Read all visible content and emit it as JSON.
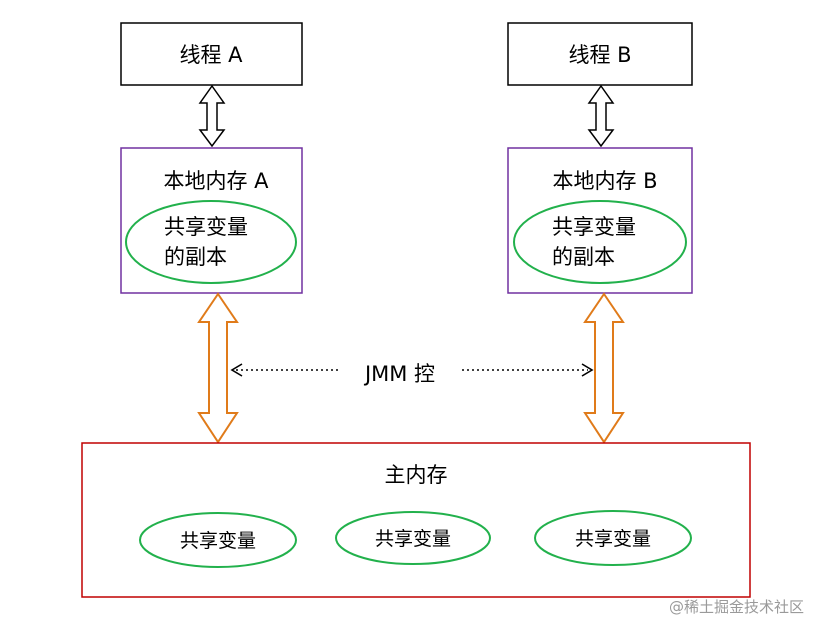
{
  "thread_a": {
    "label": "线程 A"
  },
  "thread_b": {
    "label": "线程 B"
  },
  "local_memory_a": {
    "title": "本地内存 A",
    "copy_line1": "共享变量",
    "copy_line2": "的副本"
  },
  "local_memory_b": {
    "title": "本地内存 B",
    "copy_line1": "共享变量",
    "copy_line2": "的副本"
  },
  "jmm_control": {
    "label": "JMM 控"
  },
  "main_memory": {
    "title": "主内存",
    "variables": [
      "共享变量",
      "共享变量",
      "共享变量"
    ]
  },
  "watermark": {
    "text": "@稀土掘金技术社区"
  },
  "colors": {
    "thread_border": "#000000",
    "local_border": "#7030a0",
    "main_border": "#c00000",
    "ellipse_stroke": "#22b14c",
    "orange_arrow": "#e07b1a",
    "black_arrow": "#000000"
  }
}
